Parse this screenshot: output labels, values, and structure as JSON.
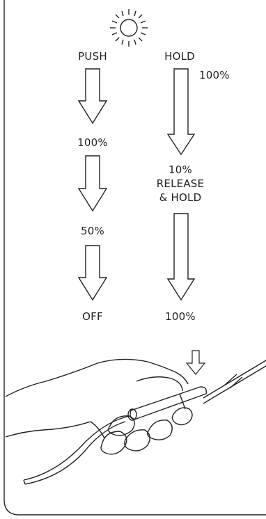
{
  "diagram": {
    "push_column": {
      "heading": "PUSH",
      "steps": [
        "100%",
        "50%",
        "OFF"
      ]
    },
    "hold_column": {
      "heading": "HOLD",
      "start_level": "100%",
      "middle_level": "10%",
      "middle_action_line1": "RELEASE",
      "middle_action_line2": "& HOLD",
      "end_level": "100%"
    },
    "icons": [
      "sun-icon",
      "arrow-down-icon",
      "hand-holding-cable-switch"
    ]
  }
}
